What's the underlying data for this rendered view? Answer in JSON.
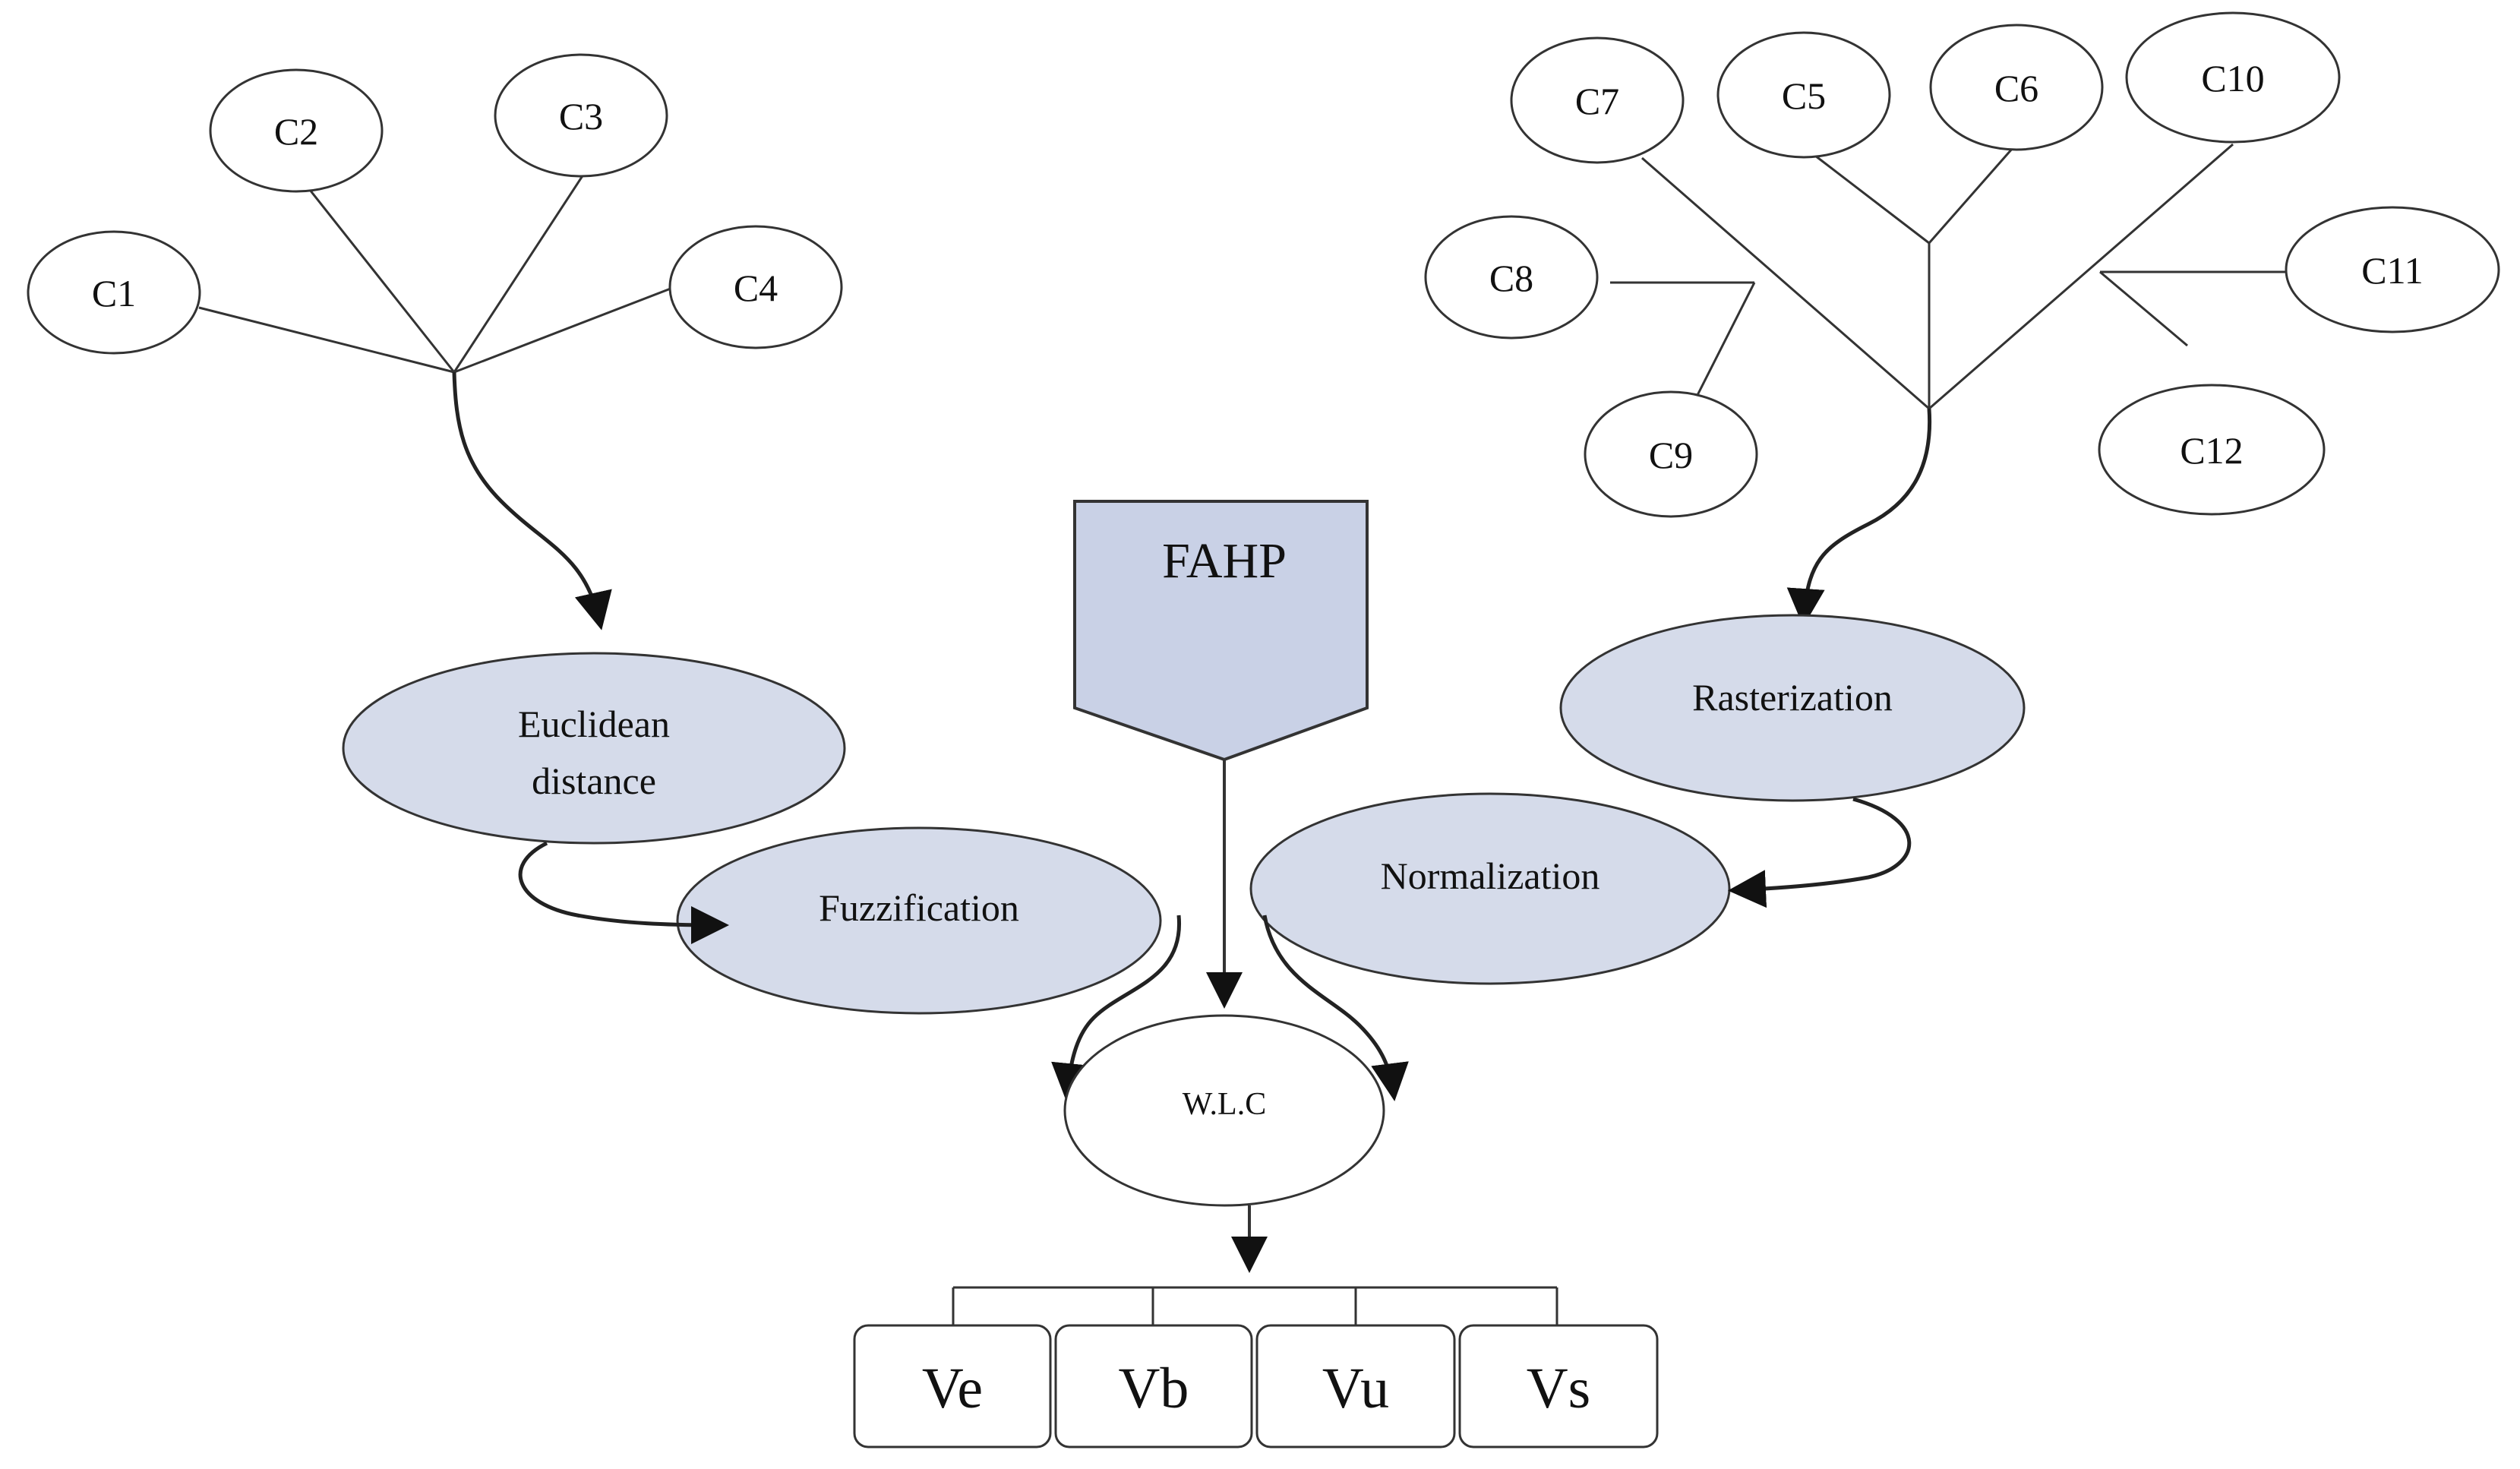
{
  "criteria_left": [
    "C1",
    "C2",
    "C3",
    "C4"
  ],
  "criteria_right": [
    "C7",
    "C5",
    "C6",
    "C10",
    "C8",
    "C11",
    "C9",
    "C12"
  ],
  "processes": {
    "euclidean_line1": "Euclidean",
    "euclidean_line2": "distance",
    "fuzzification": "Fuzzification",
    "rasterization": "Rasterization",
    "normalization": "Normalization"
  },
  "fahp": "FAHP",
  "wlc": "W.L.C",
  "outputs": [
    "Ve",
    "Vb",
    "Vu",
    "Vs"
  ]
}
